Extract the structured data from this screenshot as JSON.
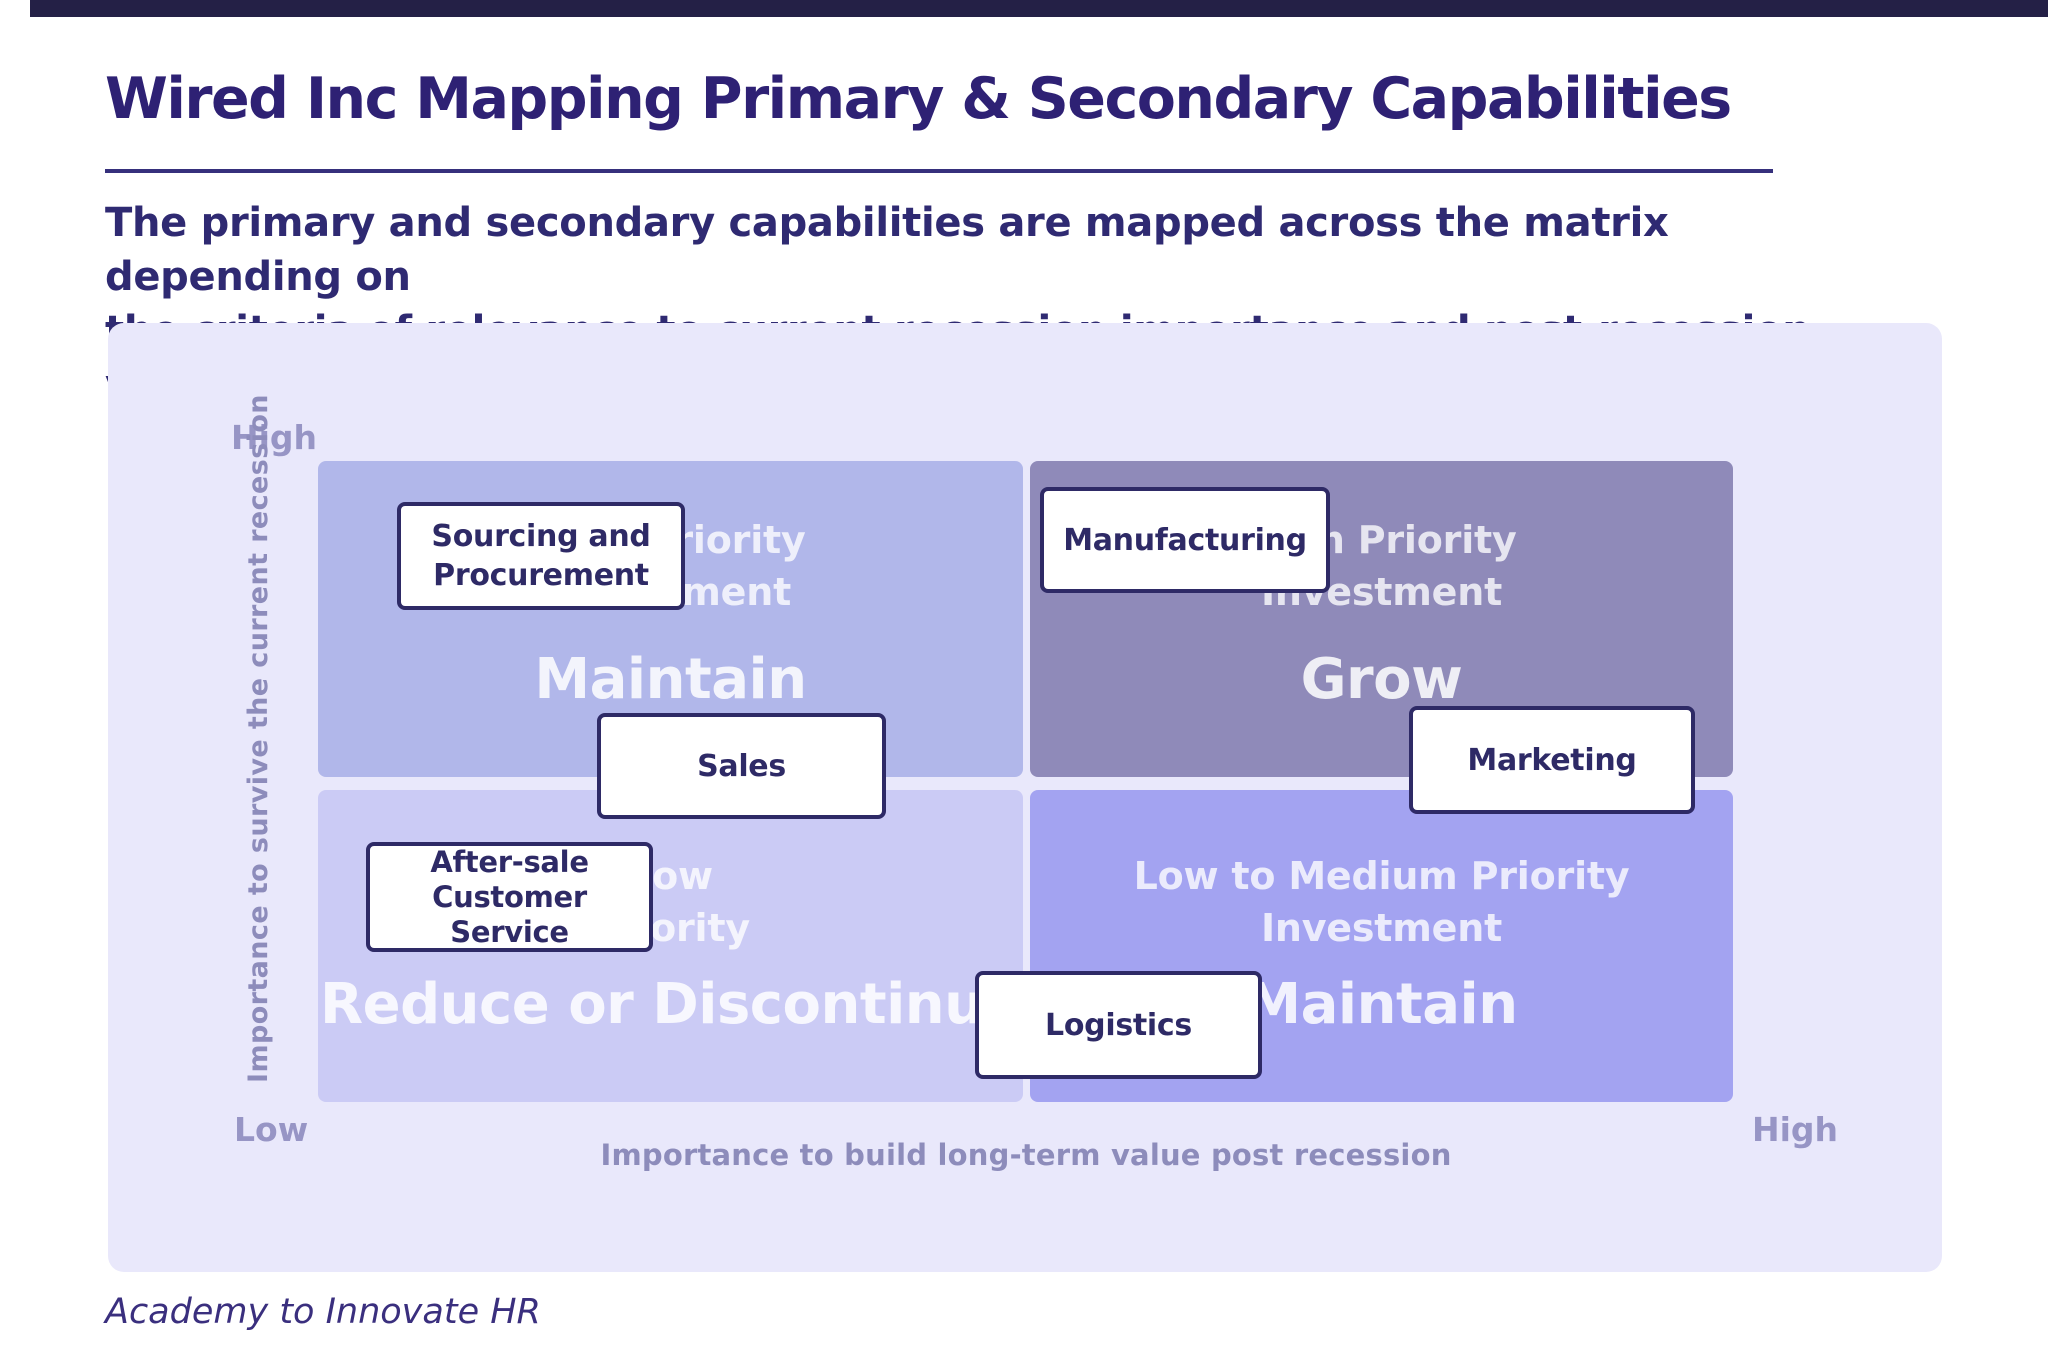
{
  "header": {
    "title": "Wired Inc Mapping Primary & Secondary Capabilities",
    "subtitle_line1": "The  primary and secondary capabilities are mapped across the matrix depending on",
    "subtitle_line2": "the criteria of relevance to current recession importance and post-recession value."
  },
  "matrix": {
    "y_axis": {
      "title": "Importance to survive the current recession",
      "top_label": "High",
      "bottom_label": "Low"
    },
    "x_axis": {
      "title": "Importance to build long-term value post recession",
      "right_label": "High"
    },
    "quadrants": {
      "top_left": {
        "priority_line1": "High Priority",
        "priority_line2": "Investment",
        "action": "Maintain",
        "color": "#b1b7ea"
      },
      "top_right": {
        "priority_line1": "High Priority",
        "priority_line2": "Investment",
        "action": "Grow",
        "color": "#8f8ab9"
      },
      "bottom_left": {
        "priority_line1": "Low",
        "priority_line2": "Priority",
        "action": "Reduce or Discontinue",
        "color": "#cbcbf5"
      },
      "bottom_right": {
        "priority_line1": "Low to Medium Priority",
        "priority_line2": "Investment",
        "action": "Maintain",
        "color": "#a3a3f1"
      }
    },
    "capabilities": {
      "sourcing": {
        "label": "Sourcing and Procurement",
        "lines": [
          "Sourcing and",
          "Procurement"
        ]
      },
      "manufacturing": {
        "label": "Manufacturing",
        "lines": [
          "Manufacturing"
        ]
      },
      "sales": {
        "label": "Sales",
        "lines": [
          "Sales"
        ]
      },
      "marketing": {
        "label": "Marketing",
        "lines": [
          "Marketing"
        ]
      },
      "aftersale": {
        "label": "After-sale Customer Service",
        "lines": [
          "After-sale",
          "Customer",
          "Service"
        ]
      },
      "logistics": {
        "label": "Logistics",
        "lines": [
          "Logistics"
        ]
      }
    },
    "colors": {
      "panel_background": "#e9e8fb",
      "box_border": "#2e2a66",
      "axis_text": "#8d8cbb",
      "title_text": "#2e2174",
      "top_bar": "#242046"
    }
  },
  "footer": {
    "credit": "Academy to Innovate HR"
  }
}
